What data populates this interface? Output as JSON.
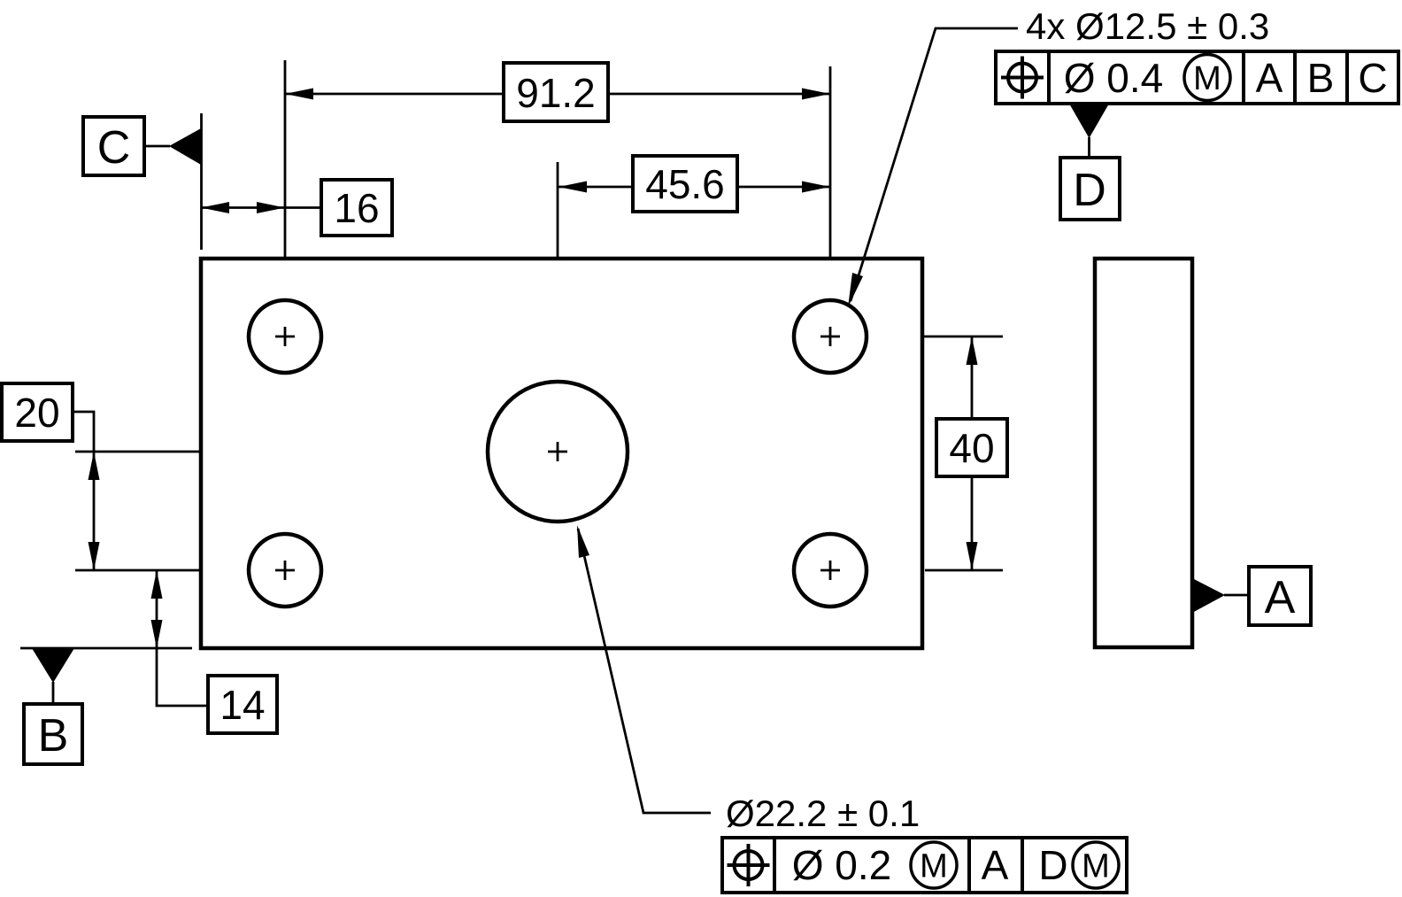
{
  "colors": {
    "ink": "#000000",
    "background": "#ffffff"
  },
  "dimensions": {
    "total_width": "91.2",
    "center_to_right_row": "45.6",
    "edge_to_hole_row": "16",
    "hole_rows_spacing": "40",
    "center_to_lower_row": "20",
    "lower_row_to_edge": "14"
  },
  "callouts": {
    "pattern_holes": "4x Ø12.5 ± 0.3",
    "center_hole": "Ø22.2 ± 0.1"
  },
  "datum_labels": {
    "a": "A",
    "b": "B",
    "c": "C",
    "d": "D"
  },
  "fcf_top": {
    "tolerance": "Ø 0.4",
    "material_modifier": "M",
    "datum_1": "A",
    "datum_2": "B",
    "datum_3": "C"
  },
  "fcf_bottom": {
    "tolerance": "Ø 0.2",
    "material_modifier": "M",
    "datum_1": "A",
    "datum_2": "D",
    "datum_2_modifier": "M"
  }
}
